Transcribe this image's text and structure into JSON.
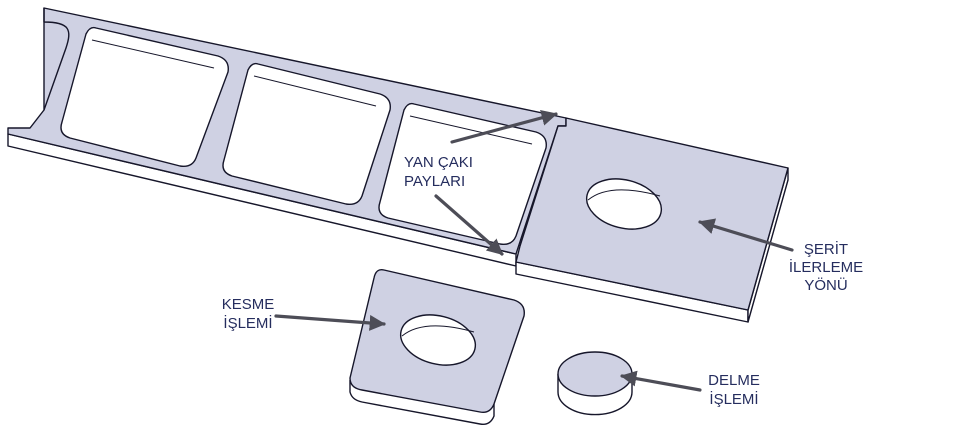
{
  "labels": {
    "side_notch": [
      "YAN ÇAKI",
      "PAYLARI"
    ],
    "strip_feed": [
      "ŞERİT",
      "İLERLEME",
      "YÖNÜ"
    ],
    "cutting": [
      "KESME",
      "İŞLEMİ"
    ],
    "piercing": [
      "DELME",
      "İŞLEMİ"
    ]
  },
  "colors": {
    "face": "#cfd1e3",
    "top_fill": "#ffffff",
    "side": "#ffffff",
    "outline": "#16162a",
    "arrow": "#4d4d57",
    "label_text": "#252d5e"
  }
}
